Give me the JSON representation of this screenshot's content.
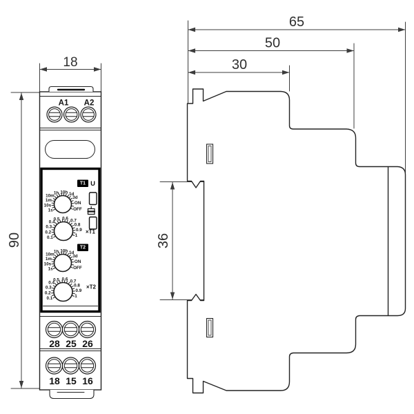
{
  "front_view": {
    "width_dim": "18",
    "height_dim": "90",
    "top_terminal_labels": [
      "A1",
      "A2"
    ],
    "relay1_terminal_labels": [
      "28",
      "25",
      "26"
    ],
    "relay2_terminal_labels": [
      "18",
      "15",
      "16"
    ],
    "panel": {
      "t1_badge": "T1",
      "t2_badge": "T2",
      "supply_led_label": "U",
      "t1_multiplier_label": "×T1",
      "t2_multiplier_label": "×T2",
      "time_scale_labels": [
        "1s",
        "10s",
        "1m",
        "10m",
        "1h",
        "10h",
        "1d",
        "3d",
        "ON",
        "OFF"
      ],
      "multiplier_scale_labels": [
        "0.1",
        "0.2",
        "0.3",
        "0.4",
        "0.5",
        "0.6",
        "0.7",
        "0.8",
        "0.9",
        "1"
      ]
    }
  },
  "side_view": {
    "overall_depth_dim": "65",
    "mid_depth_dim": "50",
    "front_depth_dim": "30",
    "din_rail_dim": "36"
  },
  "icons": {
    "screw_terminal": "slotted-screw-icon",
    "supply_led": "led-indicator-icon",
    "output_led": "led-indicator-icon",
    "relay_output": "relay-contact-icon",
    "din_clip": "din-clip-icon"
  },
  "colors": {
    "line": "#222222",
    "dim_line": "#3c3c3c",
    "panel_border": "#000000",
    "badge_bg": "#000000",
    "badge_text": "#ffffff",
    "background": "#ffffff"
  }
}
